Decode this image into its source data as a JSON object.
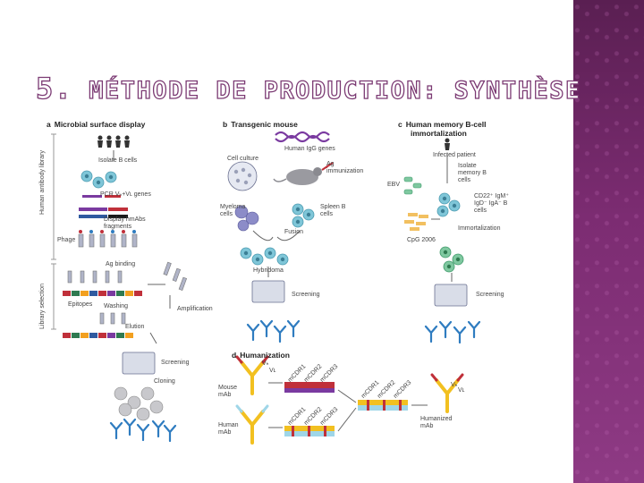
{
  "slide": {
    "title_number": "5.",
    "title_text": "MÉTHODE DE PRODUCTION: SYNTHÈSE"
  },
  "figure": {
    "panel_a": {
      "letter": "a",
      "title": "Microbial surface display",
      "side_library": "Human antibody library",
      "side_selection": "Library selection",
      "labels": {
        "isolate": "Isolate B cells",
        "pcr": "PCR Vₕ+Vʟ genes",
        "display": "Display hmAbs fragments",
        "phage": "Phage",
        "ag_binding": "Ag binding",
        "epitopes": "Epitopes",
        "washing": "Washing",
        "elution": "Elution",
        "amplification": "Amplification",
        "screening": "Screening",
        "cloning": "Cloning"
      }
    },
    "panel_b": {
      "letter": "b",
      "title": "Transgenic mouse",
      "labels": {
        "genes": "Human IgG genes",
        "ag": "Ag immunization",
        "culture": "Cell culture",
        "myeloma": "Myeloma cells",
        "spleen": "Spleen B cells",
        "fusion": "Fusion",
        "hybridoma": "Hybridoma",
        "screening": "Screening"
      }
    },
    "panel_c": {
      "letter": "c",
      "title": "Human memory B-cell",
      "title2": "immortalization",
      "labels": {
        "infected": "Infected patient",
        "isolate": "Isolate memory B cells",
        "ebv": "EBV",
        "markers": "CD22⁺ IgM⁺ IgD⁻ IgA⁻ B cells",
        "cpg": "CpG 2006",
        "immortal": "Immortalization",
        "screening": "Screening"
      }
    },
    "panel_d": {
      "letter": "d",
      "title": "Humanization",
      "labels": {
        "mouse_mab": "Mouse mAb",
        "human_mab": "Human mAb",
        "humanized": "Humanized mAb",
        "vh": "Vₕ",
        "vl": "Vʟ",
        "mcdr1": "mCDR1",
        "mcdr2": "mCDR2",
        "mcdr3": "mCDR3"
      }
    },
    "colors": {
      "cell": "#7fc6d8",
      "cell_green": "#7fc8a0",
      "antibody": "#2f7cc0",
      "frame": "#666666",
      "red": "#c0303a",
      "purple": "#7a3aa0",
      "yellow": "#f2c020",
      "lightblue": "#9fd6e8"
    }
  }
}
